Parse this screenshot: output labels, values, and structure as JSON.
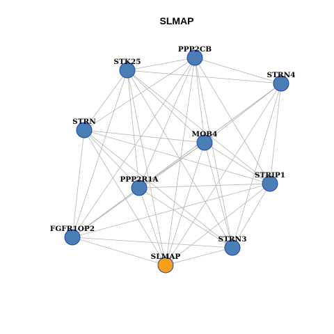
{
  "title": "SLMAP",
  "colors": {
    "node_default": "#4a7fb6",
    "node_highlight": "#f5a01a",
    "node_border": "#1f3fae",
    "edge": "#b3b3b3"
  },
  "highlight_node": "SLMAP",
  "nodes": [
    {
      "id": "PPP2CB",
      "label": "PPP2CB"
    },
    {
      "id": "STK25",
      "label": "STK25"
    },
    {
      "id": "STRN4",
      "label": "STRN4"
    },
    {
      "id": "STRN",
      "label": "STRN"
    },
    {
      "id": "MOB4",
      "label": "MOB4"
    },
    {
      "id": "STRIP1",
      "label": "STRIP1"
    },
    {
      "id": "PPP2R1A",
      "label": "PPP2R1A"
    },
    {
      "id": "FGFR1OP2",
      "label": "FGFR1OP2"
    },
    {
      "id": "STRN3",
      "label": "STRN3"
    },
    {
      "id": "SLMAP",
      "label": "SLMAP"
    }
  ],
  "edges": [
    [
      "PPP2CB",
      "STK25"
    ],
    [
      "PPP2CB",
      "STRN4"
    ],
    [
      "PPP2CB",
      "STRN"
    ],
    [
      "PPP2CB",
      "MOB4"
    ],
    [
      "PPP2CB",
      "STRIP1"
    ],
    [
      "PPP2CB",
      "PPP2R1A"
    ],
    [
      "PPP2CB",
      "FGFR1OP2"
    ],
    [
      "PPP2CB",
      "STRN3"
    ],
    [
      "PPP2CB",
      "SLMAP"
    ],
    [
      "STK25",
      "STRN4"
    ],
    [
      "STK25",
      "STRN"
    ],
    [
      "STK25",
      "MOB4"
    ],
    [
      "STK25",
      "STRIP1"
    ],
    [
      "STK25",
      "PPP2R1A"
    ],
    [
      "STK25",
      "FGFR1OP2"
    ],
    [
      "STK25",
      "STRN3"
    ],
    [
      "STK25",
      "SLMAP"
    ],
    [
      "STRN4",
      "MOB4"
    ],
    [
      "STRN4",
      "STRIP1"
    ],
    [
      "STRN4",
      "PPP2R1A"
    ],
    [
      "STRN4",
      "FGFR1OP2"
    ],
    [
      "STRN4",
      "STRN3"
    ],
    [
      "STRN4",
      "SLMAP"
    ],
    [
      "STRN",
      "MOB4"
    ],
    [
      "STRN",
      "STRIP1"
    ],
    [
      "STRN",
      "PPP2R1A"
    ],
    [
      "STRN",
      "FGFR1OP2"
    ],
    [
      "STRN",
      "STRN3"
    ],
    [
      "STRN",
      "SLMAP"
    ],
    [
      "MOB4",
      "STRIP1"
    ],
    [
      "MOB4",
      "PPP2R1A"
    ],
    [
      "MOB4",
      "FGFR1OP2"
    ],
    [
      "MOB4",
      "STRN3"
    ],
    [
      "MOB4",
      "SLMAP"
    ],
    [
      "STRIP1",
      "PPP2R1A"
    ],
    [
      "STRIP1",
      "FGFR1OP2"
    ],
    [
      "STRIP1",
      "STRN3"
    ],
    [
      "STRIP1",
      "SLMAP"
    ],
    [
      "PPP2R1A",
      "FGFR1OP2"
    ],
    [
      "PPP2R1A",
      "STRN3"
    ],
    [
      "PPP2R1A",
      "SLMAP"
    ],
    [
      "FGFR1OP2",
      "STRN3"
    ],
    [
      "FGFR1OP2",
      "SLMAP"
    ],
    [
      "STRN3",
      "SLMAP"
    ]
  ]
}
